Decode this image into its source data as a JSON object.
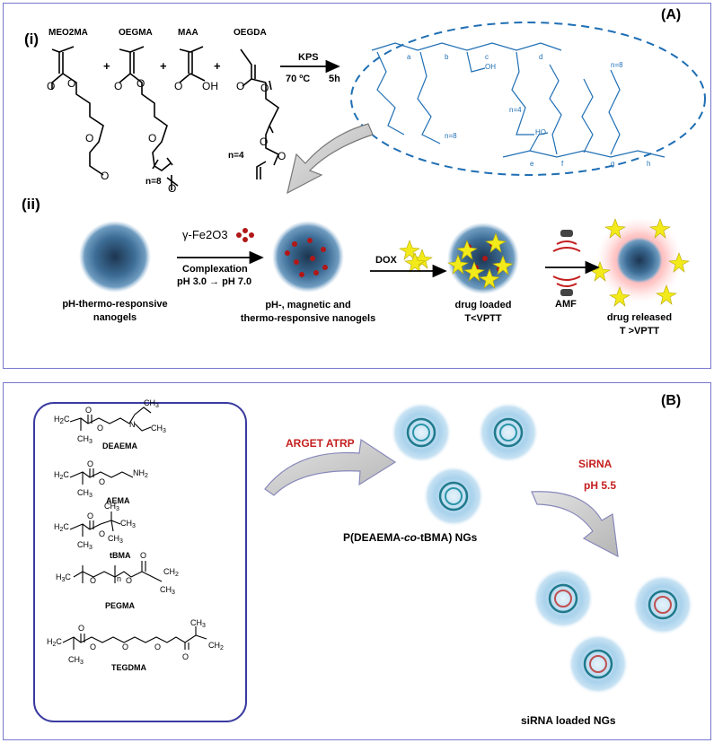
{
  "panel_a": {
    "label": "(A)",
    "step1_label": "(i)",
    "step2_label": "(ii)",
    "monomers": [
      "MEO2MA",
      "OEGMA",
      "MAA",
      "OEGDA"
    ],
    "n_oegma": "n=8",
    "n_oegda": "n=4",
    "reaction": {
      "reagent": "KPS",
      "temp": "70 ºC",
      "time": "5h"
    },
    "polymer_labels": {
      "n8_top": "n=8",
      "n8_mid": "n=8",
      "n4": "n=4",
      "ho_top": "OH",
      "ho_bottom": "HO"
    },
    "complexation_reagent": "γ-Fe2O3",
    "complexation": "Complexation",
    "ph_change": "pH 3.0 → pH 7.0",
    "dox": "DOX",
    "amf": "AMF",
    "captions": {
      "c1_line1": "pH-thermo-responsive",
      "c1_line2": "nanogels",
      "c2_line1": "pH-, magnetic and",
      "c2_line2": "thermo-responsive nanogels",
      "c3_line1": "drug loaded",
      "c3_line2": "T<VPTT",
      "c4_line1": "drug released",
      "c4_line2": "T >VPTT"
    }
  },
  "panel_b": {
    "label": "(B)",
    "monomers": [
      "DEAEMA",
      "AEMA",
      "tBMA",
      "PEGMA",
      "TEGDMA"
    ],
    "arget": "ARGET ATRP",
    "sirna": "SiRNA",
    "ph": "pH 5.5",
    "ng_label_pre": "P(DEAEMA-",
    "ng_label_co": "co",
    "ng_label_post": "-tBMA) NGs",
    "loaded_label": "siRNA loaded NGs"
  },
  "colors": {
    "frame": "#7777cc",
    "blue": "#1f6fb4",
    "red": "#c41e1e",
    "arrow_gray": "#c8c8c8"
  }
}
